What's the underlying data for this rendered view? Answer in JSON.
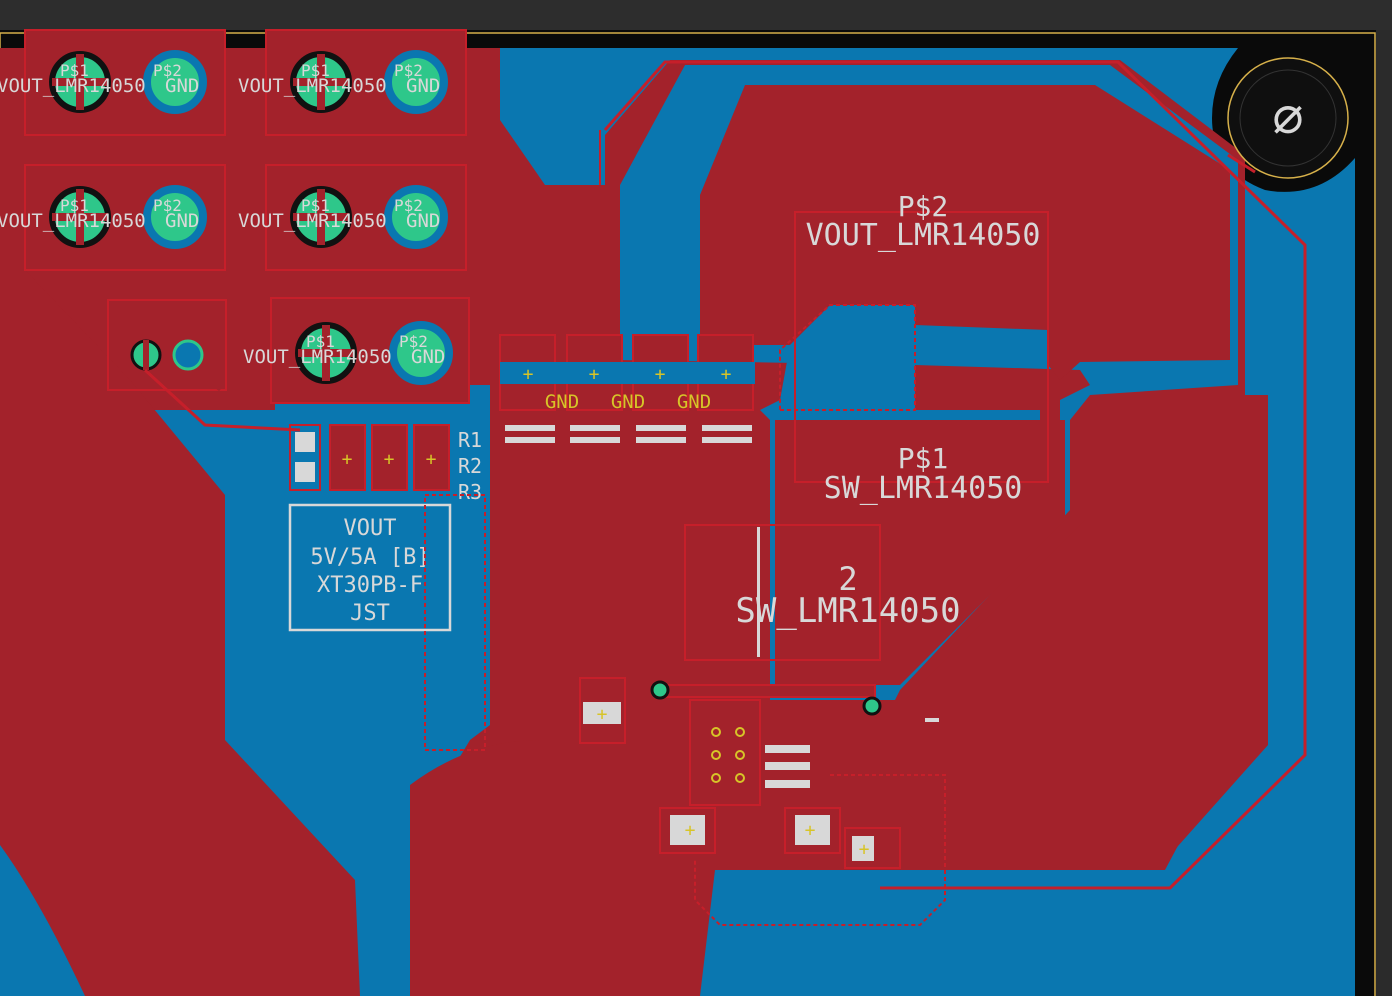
{
  "colors": {
    "background": "#2b2b2b",
    "board": "#0a77b0",
    "copper_top": "#a3222b",
    "outline": "#c61f2a",
    "silk": "#d8d8d8",
    "pad_green": "#2ec78a",
    "gnd_text": "#d7c428",
    "edge_cut": "#d6b04a"
  },
  "labels": {
    "big_vout": "VOUT_LMR14050",
    "big_vout_pin": "P$2",
    "big_sw": "SW_LMR14050",
    "big_sw_pin": "P$1",
    "sw_pad": "SW_LMR14050",
    "sw_pad_num": "2",
    "vout_box": [
      "VOUT",
      "5V/5A [B]",
      "XT30PB-F",
      "JST"
    ],
    "gnd": "GND",
    "r1": "R1",
    "r2": "R2",
    "r3": "R3",
    "hole_symbol": "∅"
  },
  "connectors": [
    {
      "pin1": "P$1",
      "pin2": "P$2",
      "net1": "VOUT_LMR14050",
      "net2": "GND"
    },
    {
      "pin1": "P$1",
      "pin2": "P$2",
      "net1": "VOUT_LMR14050",
      "net2": "GND"
    },
    {
      "pin1": "P$1",
      "pin2": "P$2",
      "net1": "VOUT_LMR14050",
      "net2": "GND"
    },
    {
      "pin1": "P$1",
      "pin2": "P$2",
      "net1": "VOUT_LMR14050",
      "net2": "GND"
    },
    {
      "pin1": "P$1",
      "pin2": "P$2",
      "net1": "VOUT_LMR14050",
      "net2": "GND"
    }
  ]
}
